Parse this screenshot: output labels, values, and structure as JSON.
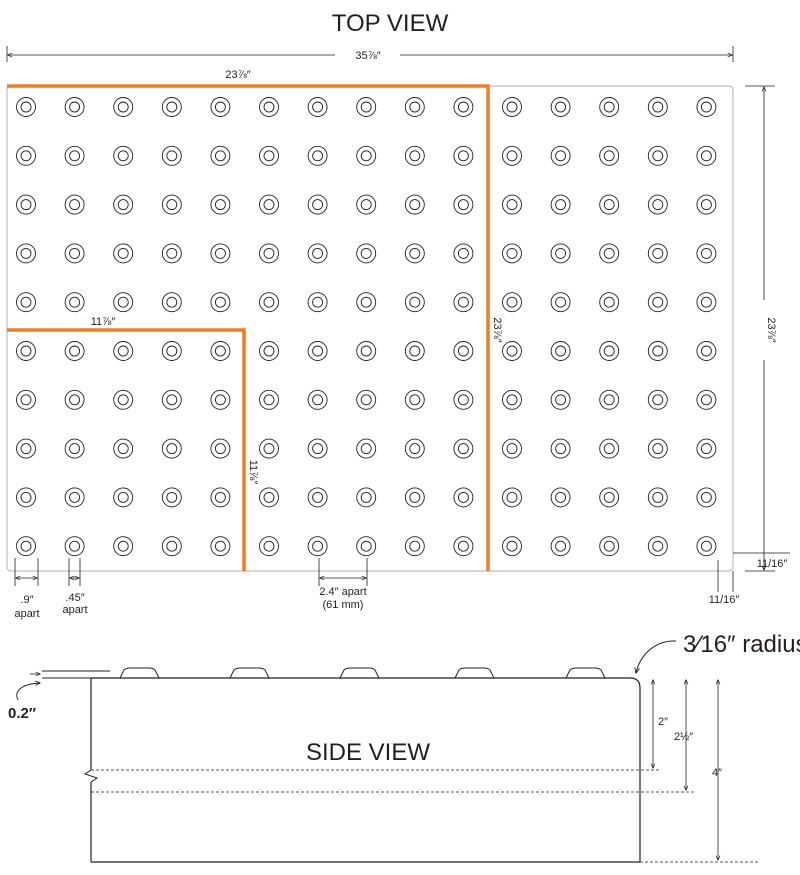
{
  "top_view": {
    "title": "TOP VIEW",
    "overall_width": "35⅞″",
    "overall_height": "23⅞″",
    "grid": {
      "rows": 10,
      "cols": 15
    },
    "colors": {
      "outline": "#bcbec0",
      "accent": "#f47b20",
      "ink": "#231f20"
    },
    "large_tile": {
      "width": "23⅞″",
      "height": "23⅞″"
    },
    "small_tile": {
      "width": "11⅞″",
      "height": "11⅞″"
    },
    "spacing": {
      "dome_spacing": "2.4″ apart",
      "dome_spacing_metric": "(61 mm)",
      "base_diameter": ".9″",
      "base_diameter_note": "apart",
      "top_diameter": ".45″",
      "top_diameter_note": "apart",
      "edge_right": "11/16″",
      "edge_bottom": "11/16″"
    }
  },
  "side_view": {
    "title": "SIDE VIEW",
    "dome_height": "0.2″",
    "corner_radius": "3⁄16″ radius",
    "dims": [
      "2″",
      "2½″",
      "4″"
    ]
  }
}
